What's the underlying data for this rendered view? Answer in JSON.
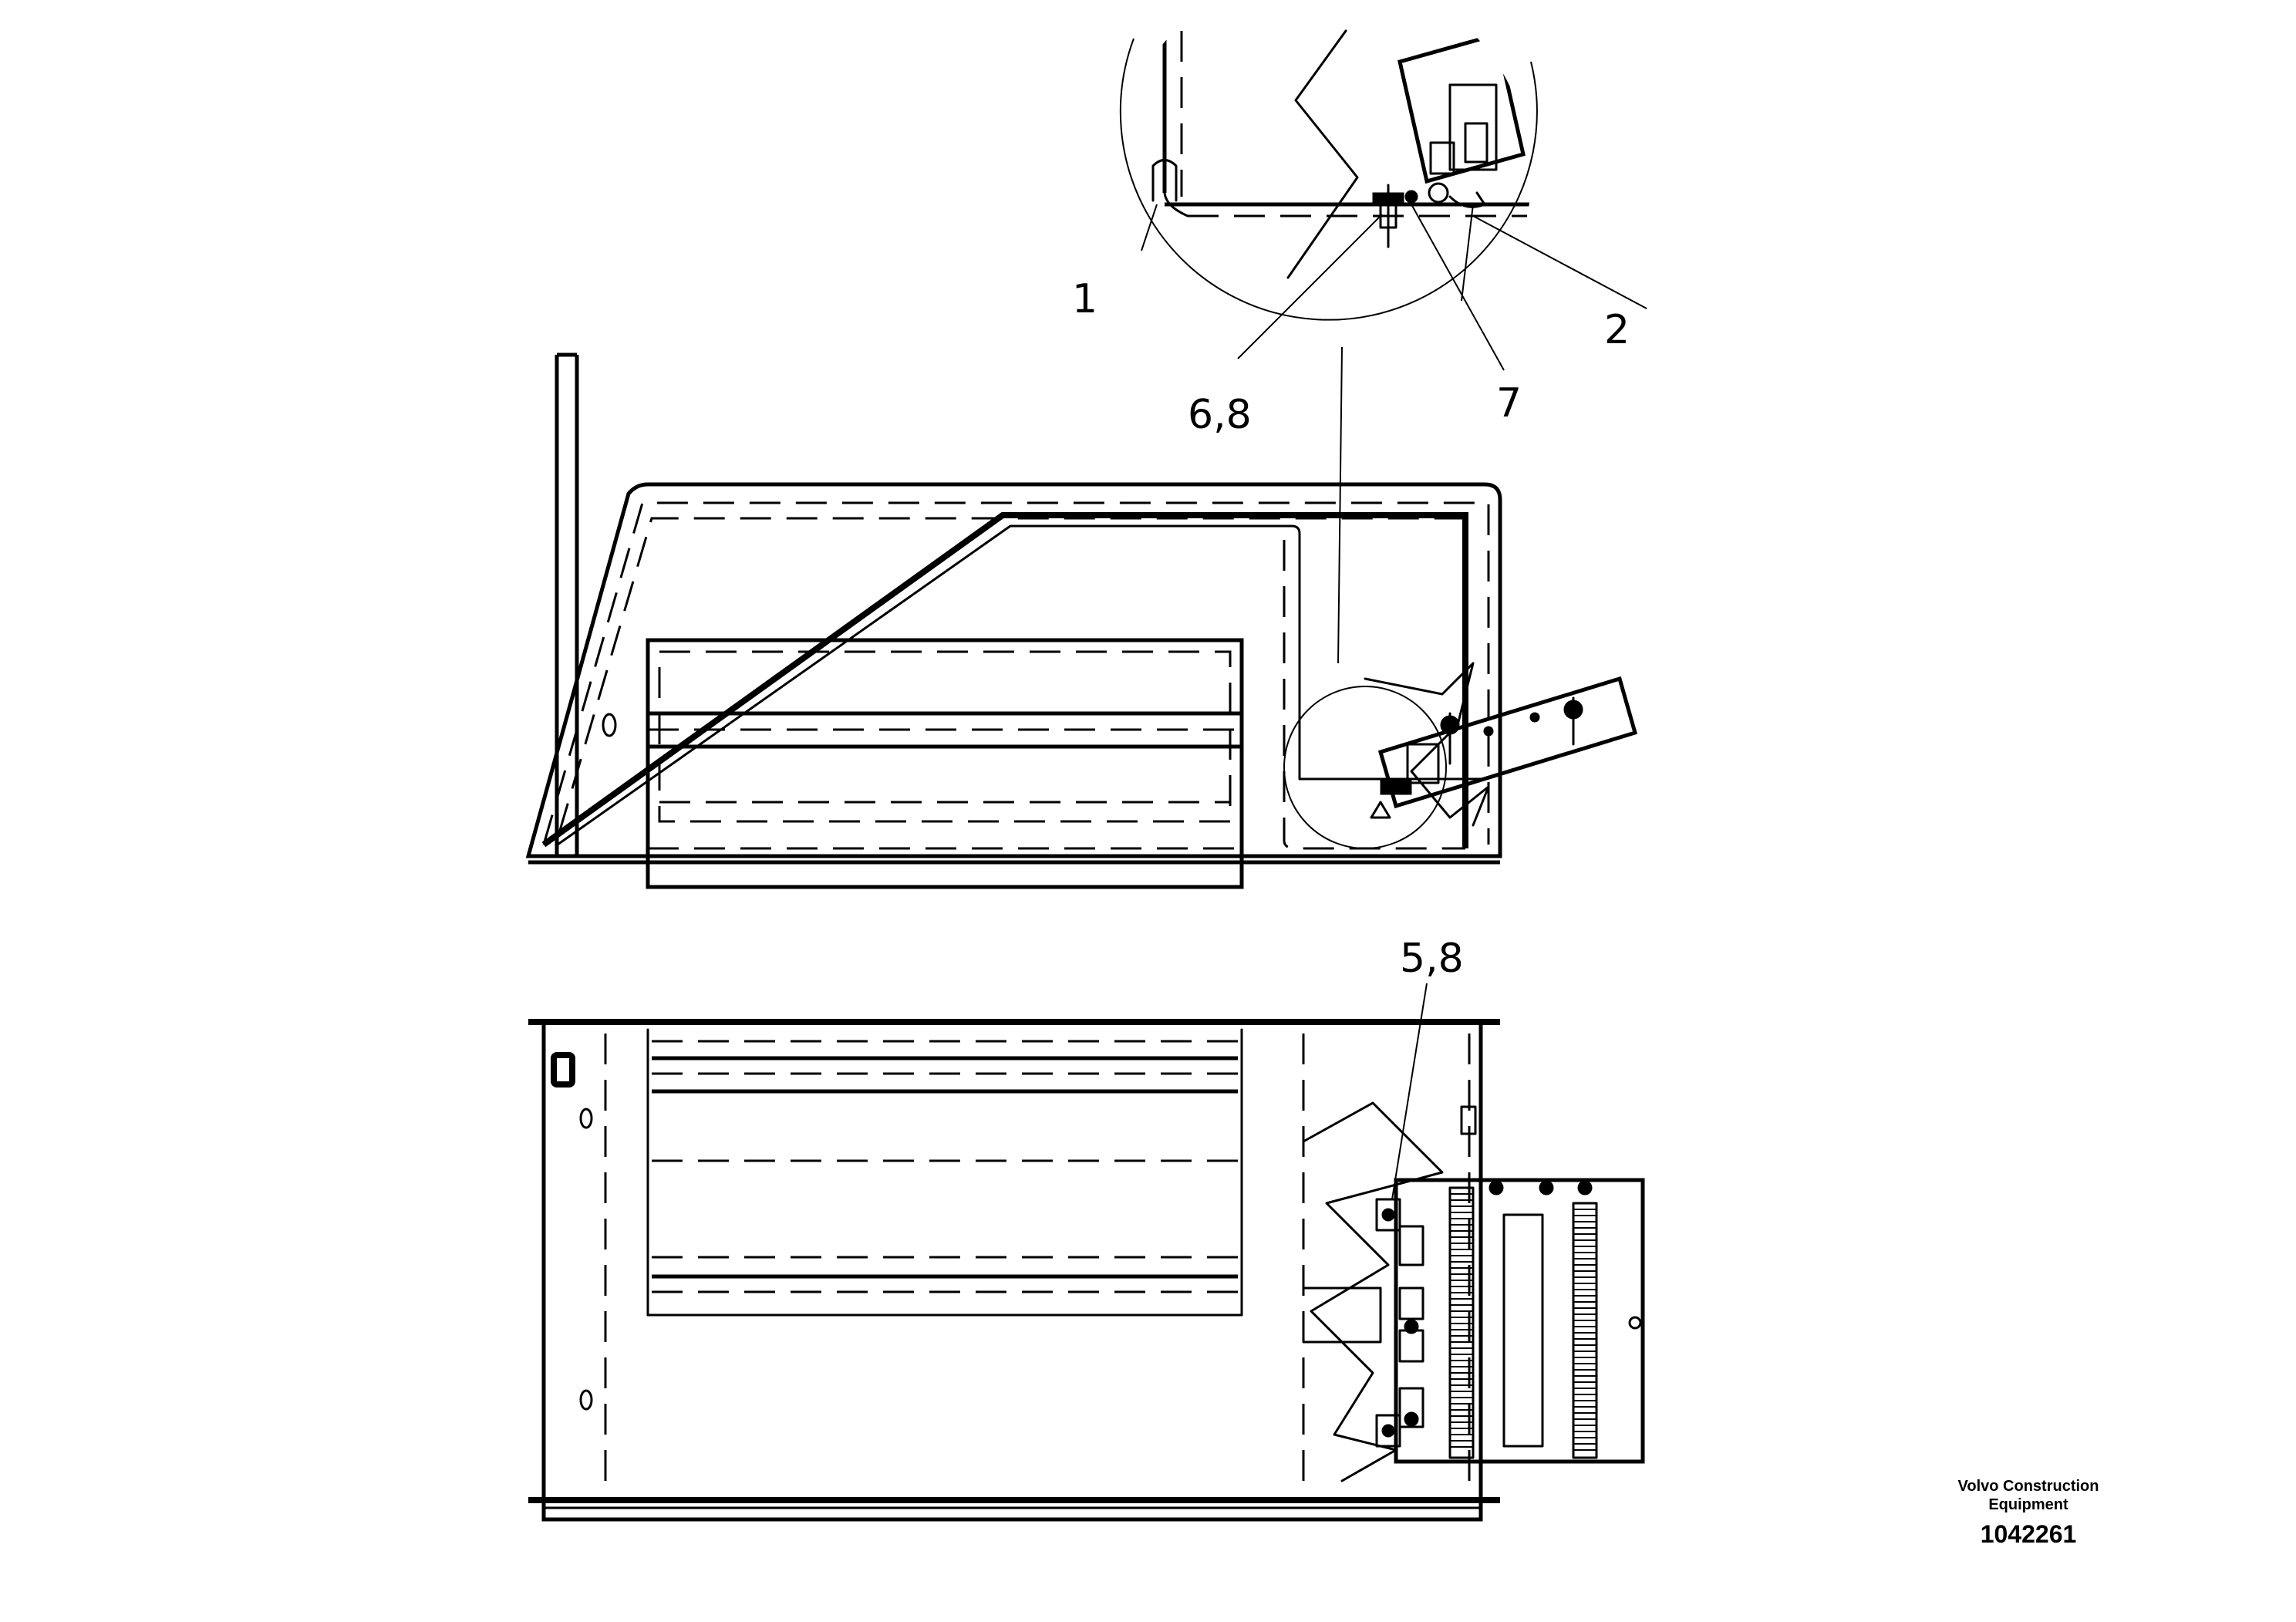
{
  "callouts": {
    "c1": "1",
    "c2": "2",
    "c68": "6,8",
    "c7": "7",
    "c58": "5,8"
  },
  "caption": {
    "line1": "Volvo Construction",
    "line2": "Equipment",
    "number": "1042261"
  }
}
